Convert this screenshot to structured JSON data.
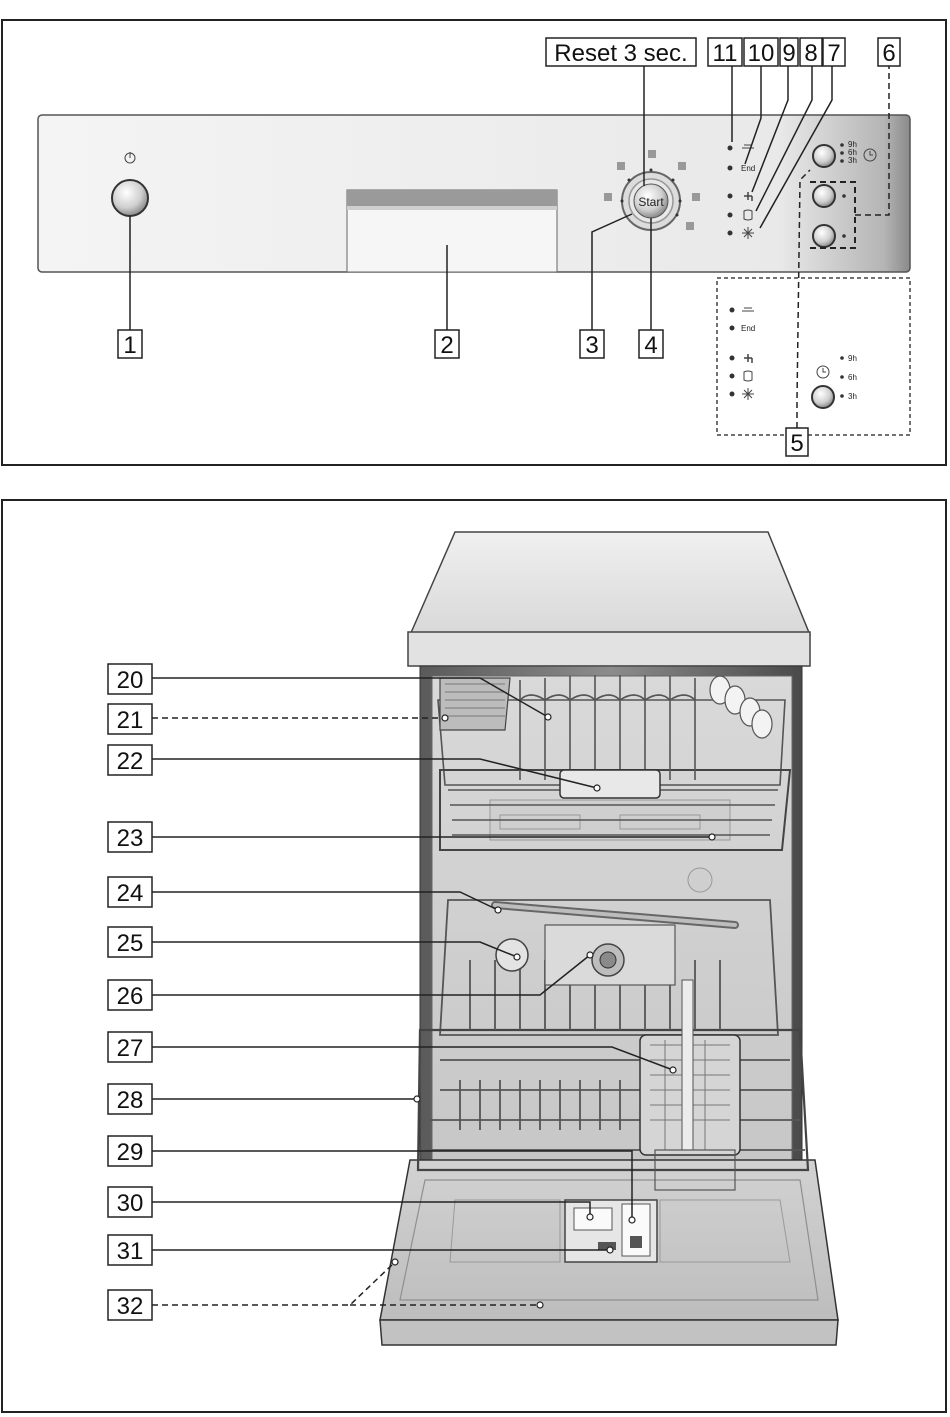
{
  "panel_callouts": {
    "c1": "1",
    "c2": "2",
    "c3": "3",
    "c4": "4",
    "c5": "5",
    "c6": "6",
    "c7": "7",
    "c8": "8",
    "c9": "9",
    "c10": "10",
    "c11": "11",
    "reset": "Reset 3 sec."
  },
  "panel_labels": {
    "start": "Start",
    "end": "End",
    "end_inset": "End",
    "h9": "9h",
    "h6": "6h",
    "h3": "3h",
    "inset_h9": "9h",
    "inset_h6": "6h",
    "inset_h3": "3h"
  },
  "interior_callouts": {
    "c20": "20",
    "c21": "21",
    "c22": "22",
    "c23": "23",
    "c24": "24",
    "c25": "25",
    "c26": "26",
    "c27": "27",
    "c28": "28",
    "c29": "29",
    "c30": "30",
    "c31": "31",
    "c32": "32"
  },
  "icons": [
    "power-icon",
    "clock-icon",
    "tap-icon",
    "salt-icon",
    "rinse-aid-icon",
    "end-icon"
  ]
}
